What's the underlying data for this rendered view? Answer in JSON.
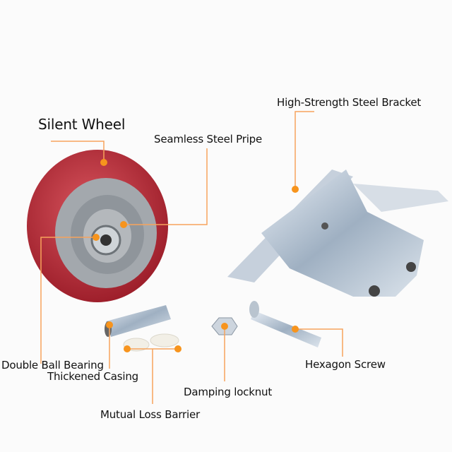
{
  "labels": {
    "silent_wheel": "Silent Wheel",
    "seamless_pipe": "Seamless Steel Pripe",
    "bracket": "High-Strength Steel Bracket",
    "bearing": "Double Ball Bearing",
    "casing": "Thickened Casing",
    "barrier": "Mutual Loss Barrier",
    "locknut": "Damping locknut",
    "screw": "Hexagon Screw"
  },
  "colors": {
    "accent": "#f7941d",
    "wheel": "#b52a36",
    "hub": "#9ea3a8"
  }
}
